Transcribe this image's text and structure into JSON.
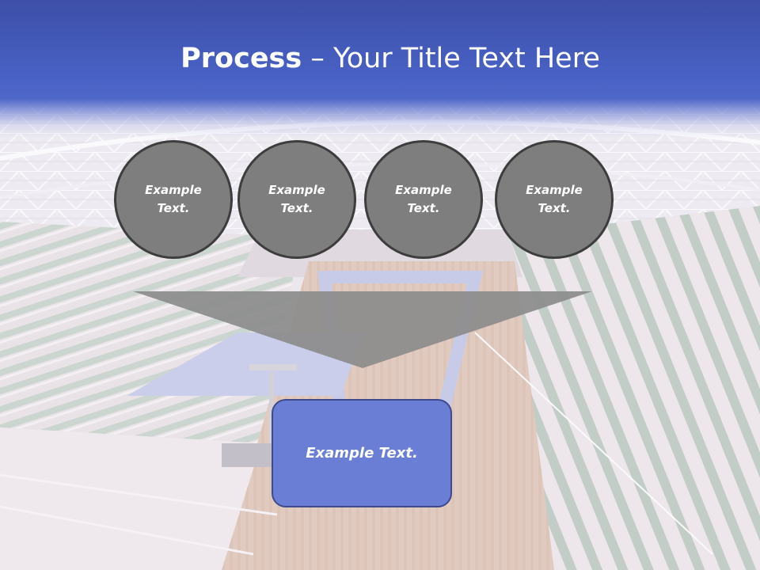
{
  "slide": {
    "title_bold": "Process",
    "title_rest": " – Your Title Text Here",
    "circles": [
      {
        "line1": "Example",
        "line2": "Text."
      },
      {
        "line1": "Example",
        "line2": "Text."
      },
      {
        "line1": "Example",
        "line2": "Text."
      },
      {
        "line1": "Example",
        "line2": "Text."
      }
    ],
    "result_text": "Example Text."
  },
  "colors": {
    "header": "#4861c4",
    "circle_fill": "#7e7e7e",
    "circle_border": "#3d3d3d",
    "funnel": "#8c8c8c",
    "box_fill": "#6b7ed6",
    "box_border": "#3d4a8c"
  }
}
